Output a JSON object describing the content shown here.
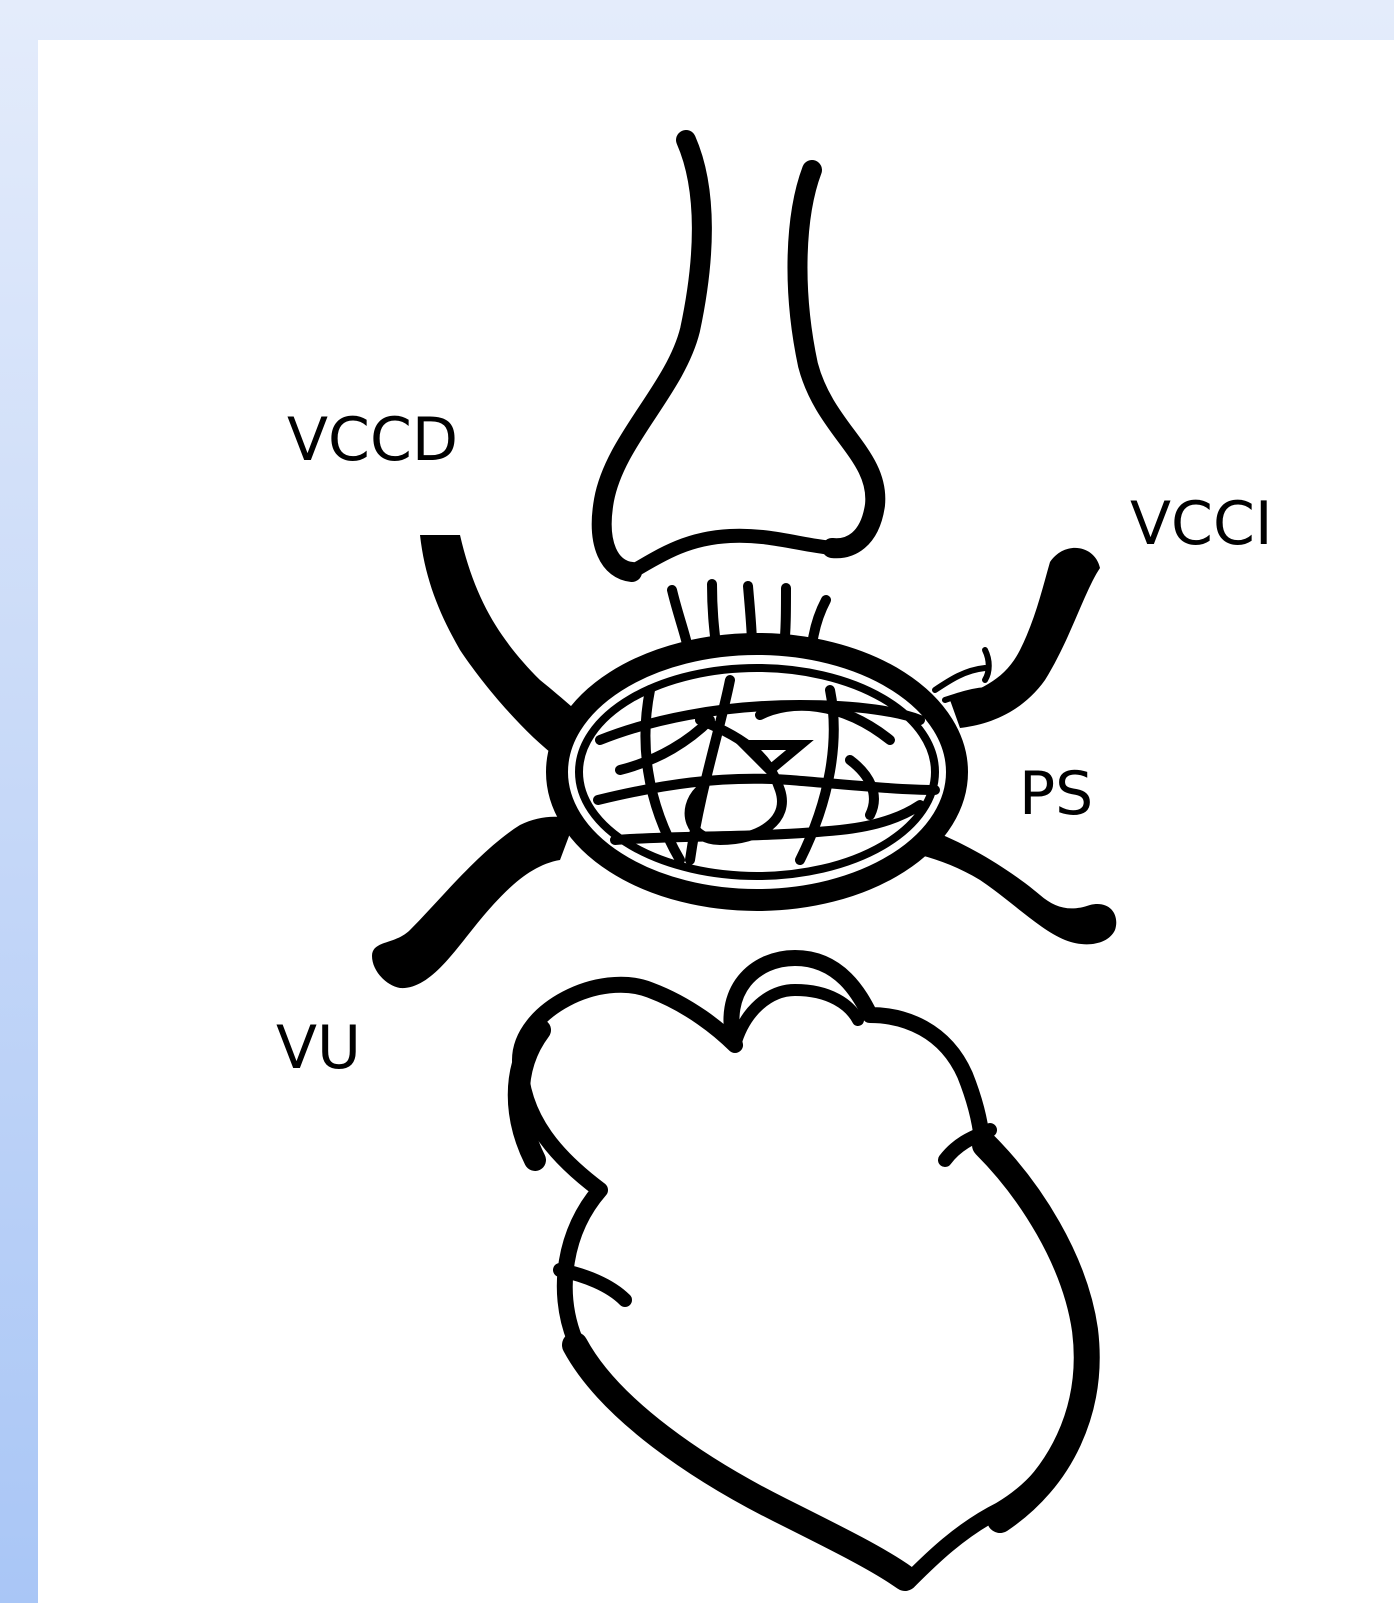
{
  "colors": {
    "background_top": "#e4ecfb",
    "background_bottom": "#a9c6f6",
    "panel": "#ffffff",
    "ink": "#000000"
  },
  "labels": {
    "vccd": "VCCD",
    "vcci": "VCCI",
    "ps": "PS",
    "vu": "VU"
  }
}
